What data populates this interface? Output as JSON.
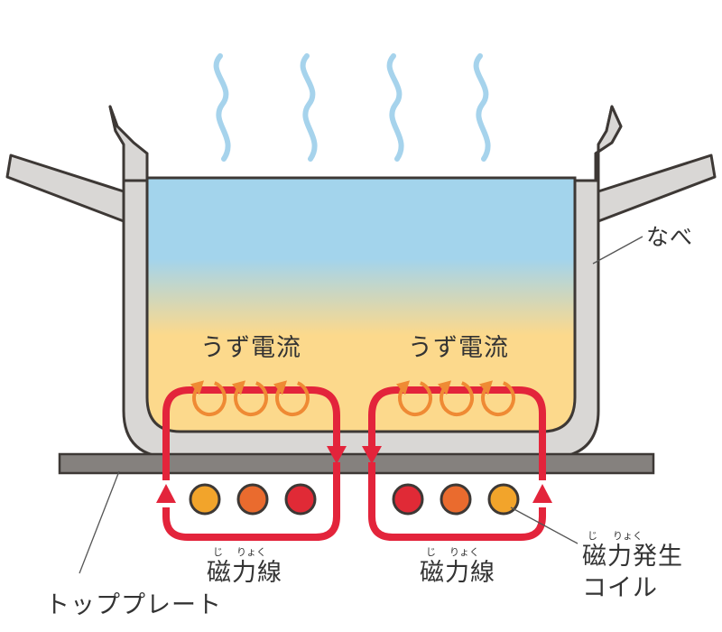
{
  "labels": {
    "pot": "なべ",
    "eddy_left": "うず電流",
    "eddy_right": "うず電流",
    "magnetic_left": "磁力線",
    "magnetic_right": "磁力線",
    "magnetic_left_ruby_1": "じ",
    "magnetic_left_ruby_2": "りょく",
    "magnetic_right_ruby_1": "じ",
    "magnetic_right_ruby_2": "りょく",
    "coil_line1": "磁力発生",
    "coil_line2": "コイル",
    "coil_ruby_1": "じ",
    "coil_ruby_2": "りょく",
    "top_plate": "トッププレート"
  },
  "icons": {
    "steam": "steam-wave-icon",
    "eddy": "circular-arrow-icon",
    "field": "loop-arrow-icon"
  },
  "colors": {
    "water_top": "#a3d4ec",
    "water_bottom": "#fcd98c",
    "pot_fill": "#d9d7d5",
    "pot_outline": "#3d3835",
    "plate": "#85817e",
    "magnetic_arrow": "#e3243b",
    "eddy_arrow": "#ef8a34",
    "steam": "#a6d3ec",
    "coil_yellow": "#f2a42b",
    "coil_orange": "#ea6b2e",
    "coil_red": "#e02a36"
  }
}
